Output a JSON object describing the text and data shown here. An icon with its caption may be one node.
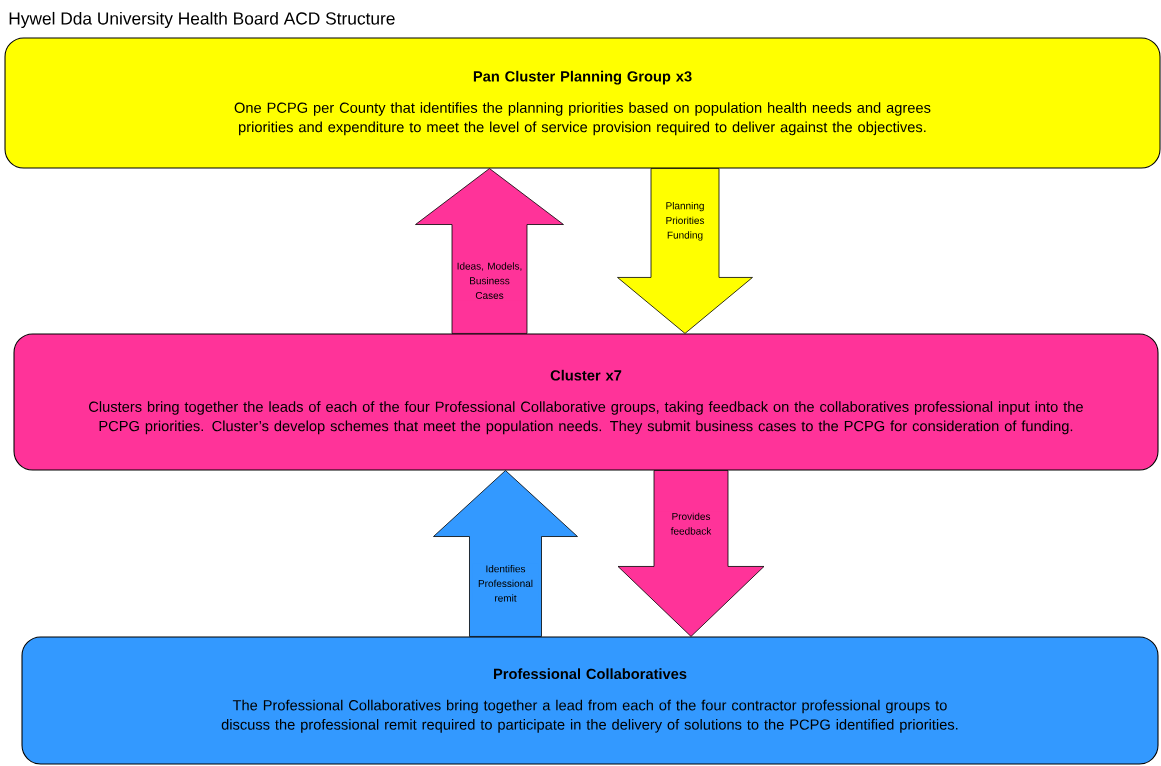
{
  "diagram": {
    "title": "Hywel Dda University Health Board ACD Structure",
    "nodes": [
      {
        "text": [
          "Pan Cluster Planning Group x3",
          "One PCPG per County that identifies the planning priorities based on population health needs and agrees priorities and expenditure to meet the level of service provision required to deliver against the objectives."
        ]
      },
      {
        "text": [
          "Cluster x7",
          "Clusters bring together the leads of each of the four Professional Collaborative groups, taking feedback on the collaboratives professional input into the PCPG priorities.  Cluster’s develop schemes that meet the population needs.  They submit business cases to the PCPG for consideration of funding."
        ]
      },
      {
        "text": [
          "Professional Collaboratives",
          "The Professional Collaboratives bring together a lead from each of the four contractor professional groups to discuss the professional remit required to participate in the delivery of solutions to the PCPG identified priorities."
        ]
      }
    ],
    "edges": [
      {
        "from": 1,
        "to": 0,
        "arrow": "to",
        "label": "Ideas, Models, Business Cases",
        "color": "#ff3399"
      },
      {
        "from": 0,
        "to": 1,
        "arrow": "to",
        "label": "Planning Priorities Funding",
        "color": "#ffff00"
      },
      {
        "from": 2,
        "to": 1,
        "arrow": "to",
        "label": "Identifies Professional remit",
        "color": "#3399ff"
      },
      {
        "from": 1,
        "to": 2,
        "arrow": "to",
        "label": "Provides feedback",
        "color": "#ff3399"
      }
    ]
  }
}
